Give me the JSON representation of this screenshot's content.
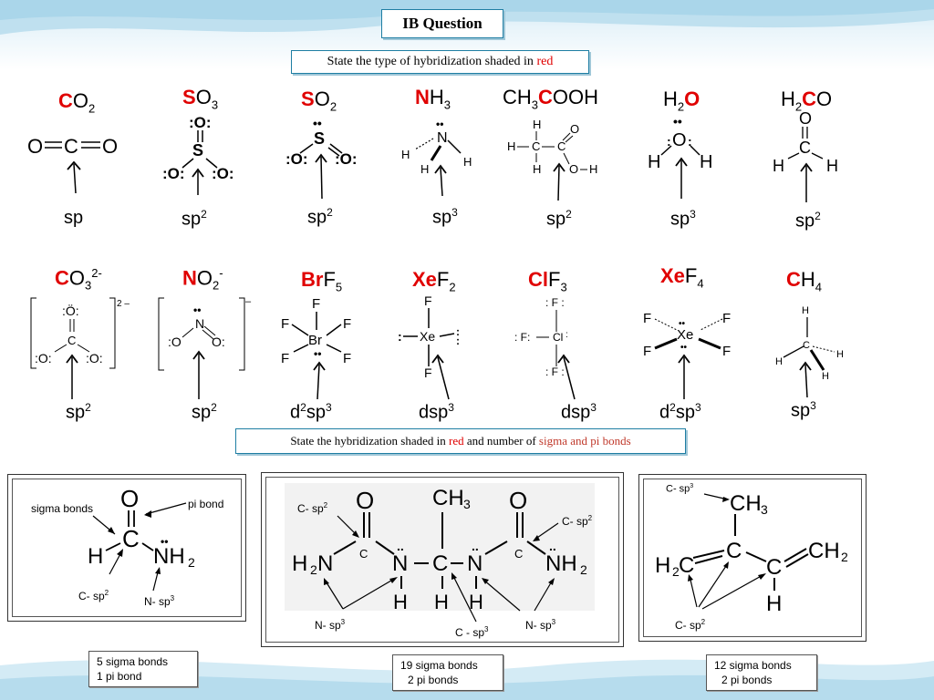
{
  "header": {
    "title": "IB Question",
    "instruction1_prefix": "State the type of hybridization shaded in ",
    "instruction1_red": "red",
    "instruction2_prefix": "State the hybridization shaded in ",
    "instruction2_red": "red",
    "instruction2_mid": " and number of ",
    "instruction2_accent": "sigma and pi bonds"
  },
  "row1": [
    {
      "hl": "C",
      "rest": "O",
      "sub": "2",
      "sup": "",
      "hyb": "sp",
      "hsup": ""
    },
    {
      "hl": "S",
      "rest": "O",
      "sub": "3",
      "sup": "",
      "hyb": "sp",
      "hsup": "2"
    },
    {
      "hl": "S",
      "rest": "O",
      "sub": "2",
      "sup": "",
      "hyb": "sp",
      "hsup": "2"
    },
    {
      "hl": "N",
      "rest": "H",
      "sub": "3",
      "sup": "",
      "hyb": "sp",
      "hsup": "3"
    },
    {
      "pre": "CH",
      "presub": "3",
      "hl": "C",
      "rest": "OOH",
      "hyb": "sp",
      "hsup": "2"
    },
    {
      "pre": "H",
      "presub": "2",
      "hl": "O",
      "rest": "",
      "hyb": "sp",
      "hsup": "3"
    },
    {
      "pre": "H",
      "presub": "2",
      "hl": "C",
      "rest": "O",
      "hyb": "sp",
      "hsup": "2"
    }
  ],
  "row2": [
    {
      "hl": "C",
      "rest": "O",
      "sub": "3",
      "sup": "2-",
      "hyb": "sp",
      "hsup": "2",
      "hpre": ""
    },
    {
      "hl": "N",
      "rest": "O",
      "sub": "2",
      "sup": "-",
      "hyb": "sp",
      "hsup": "2",
      "hpre": ""
    },
    {
      "hl": "Br",
      "rest": "F",
      "sub": "5",
      "sup": "",
      "hyb": "sp",
      "hsup": "3",
      "hpre": "d",
      "hpresup": "2"
    },
    {
      "hl": "Xe",
      "rest": "F",
      "sub": "2",
      "sup": "",
      "hyb": "dsp",
      "hsup": "3",
      "hpre": ""
    },
    {
      "hl": "Cl",
      "rest": "F",
      "sub": "3",
      "sup": "",
      "hyb": "dsp",
      "hsup": "3",
      "hpre": ""
    },
    {
      "hl": "Xe",
      "rest": "F",
      "sub": "4",
      "sup": "",
      "hyb": "sp",
      "hsup": "3",
      "hpre": "d",
      "hpresup": "2"
    },
    {
      "hl": "C",
      "rest": "H",
      "sub": "4",
      "sup": "",
      "hyb": "sp",
      "hsup": "3",
      "hpre": ""
    }
  ],
  "panels": {
    "p1": {
      "sigma_label": "sigma bonds",
      "pi_label": "pi bond",
      "c_label": "C- sp",
      "c_sup": "2",
      "n_label": "N- sp",
      "n_sup": "3",
      "summary1": "5 sigma bonds",
      "summary2": "1 pi bond"
    },
    "p2": {
      "c_left": "C- sp",
      "c_left_sup": "2",
      "c_right": "C- sp",
      "c_right_sup": "2",
      "n_left": "N- sp",
      "n_left_sup": "3",
      "n_right": "N- sp",
      "n_right_sup": "3",
      "c_mid": "C - sp",
      "c_mid_sup": "3",
      "summary1": "19 sigma bonds",
      "summary2": "2 pi bonds"
    },
    "p3": {
      "c_top": "C- sp",
      "c_top_sup": "3",
      "c_bottom": "C- sp",
      "c_bottom_sup": "2",
      "summary1": "12 sigma bonds",
      "summary2": "2 pi bonds"
    }
  }
}
